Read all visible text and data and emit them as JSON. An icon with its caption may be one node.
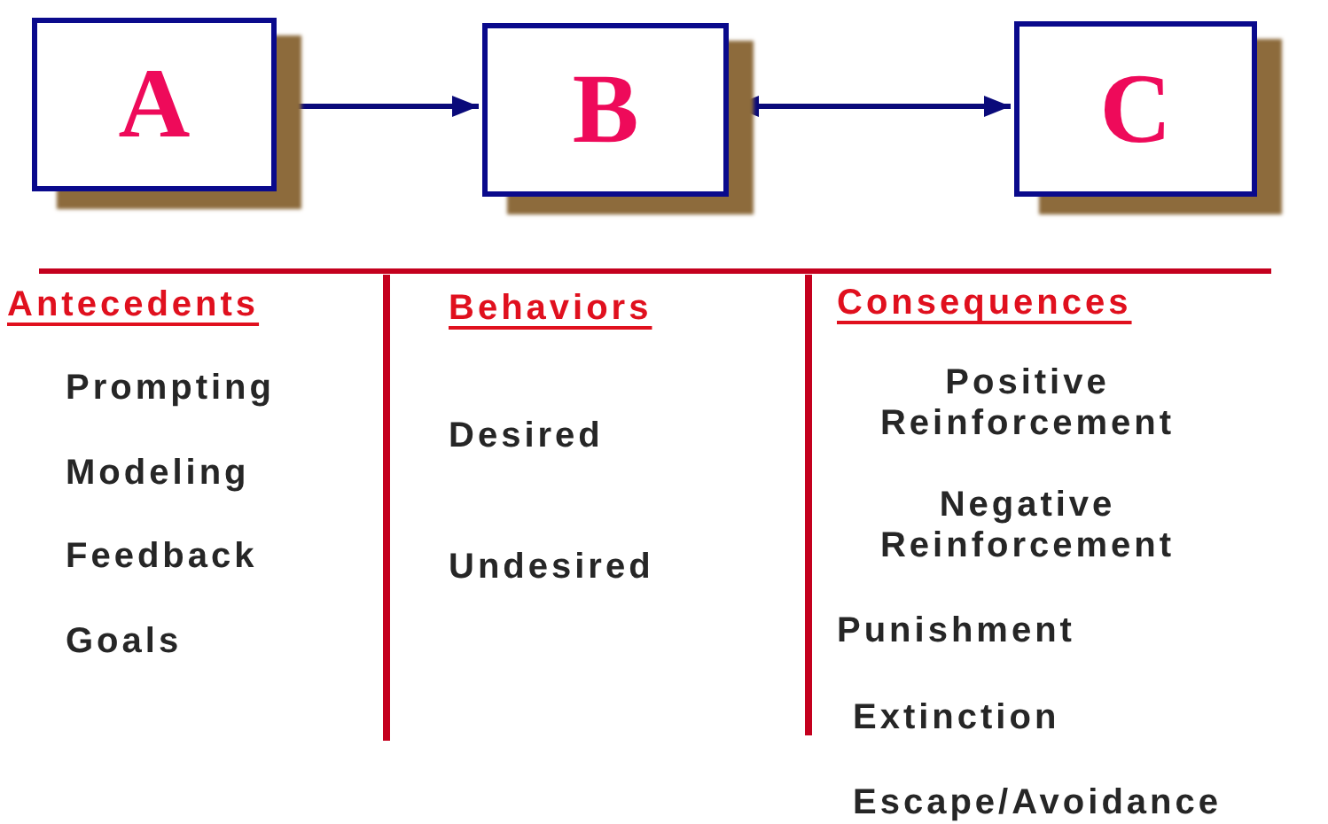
{
  "diagram": {
    "nodes": [
      {
        "text": [
          "A"
        ]
      },
      {
        "text": [
          "B"
        ]
      },
      {
        "text": [
          "C"
        ]
      }
    ],
    "edges": [
      {
        "from": 0,
        "to": 1,
        "arrow": "to"
      },
      {
        "from": 1,
        "to": 2,
        "arrow": "both"
      }
    ],
    "labels": [
      "Antecedents",
      "Prompting",
      "Modeling",
      "Feedback",
      "Goals",
      "Behaviors",
      "Desired",
      "Undesired",
      "Consequences",
      "Positive Reinforcement",
      "Negative Reinforcement",
      "Punishment",
      "Extinction",
      "Escape/Avoidance"
    ]
  }
}
